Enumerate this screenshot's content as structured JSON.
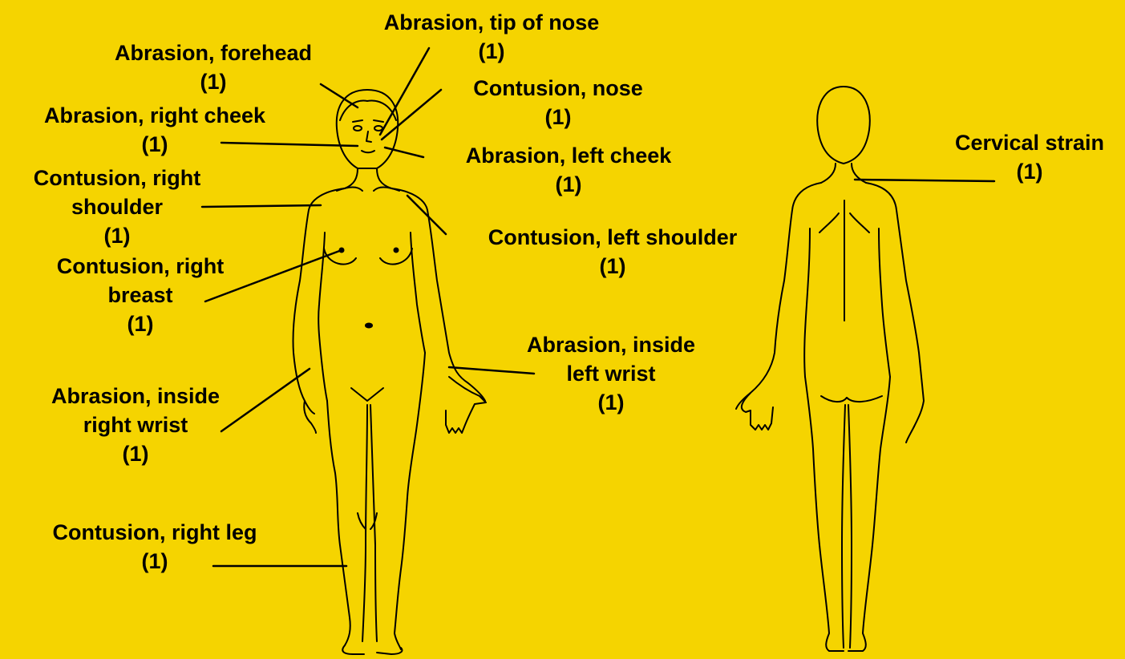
{
  "background_color": "#f5d400",
  "line_color": "#000000",
  "annotations": [
    {
      "id": "abrasion-tip-of-nose",
      "lines": [
        "Abrasion, tip of nose",
        "(1)"
      ]
    },
    {
      "id": "abrasion-forehead",
      "lines": [
        "Abrasion, forehead",
        "(1)"
      ]
    },
    {
      "id": "contusion-nose",
      "lines": [
        "Contusion, nose",
        "(1)"
      ]
    },
    {
      "id": "abrasion-right-cheek",
      "lines": [
        "Abrasion, right cheek",
        "(1)"
      ]
    },
    {
      "id": "abrasion-left-cheek",
      "lines": [
        "Abrasion, left cheek",
        "(1)"
      ]
    },
    {
      "id": "contusion-right-shoulder",
      "lines": [
        "Contusion, right",
        "shoulder",
        "(1)"
      ]
    },
    {
      "id": "contusion-left-shoulder",
      "lines": [
        "Contusion, left shoulder",
        "(1)"
      ]
    },
    {
      "id": "contusion-right-breast",
      "lines": [
        "Contusion, right",
        "breast",
        "(1)"
      ]
    },
    {
      "id": "abrasion-inside-left-wrist",
      "lines": [
        "Abrasion, inside",
        "left wrist",
        "(1)"
      ]
    },
    {
      "id": "abrasion-inside-right-wrist",
      "lines": [
        "Abrasion, inside",
        "right wrist",
        "(1)"
      ]
    },
    {
      "id": "contusion-right-leg",
      "lines": [
        "Contusion, right leg",
        "(1)"
      ]
    },
    {
      "id": "cervical-strain",
      "lines": [
        "Cervical strain",
        "(1)"
      ]
    }
  ]
}
